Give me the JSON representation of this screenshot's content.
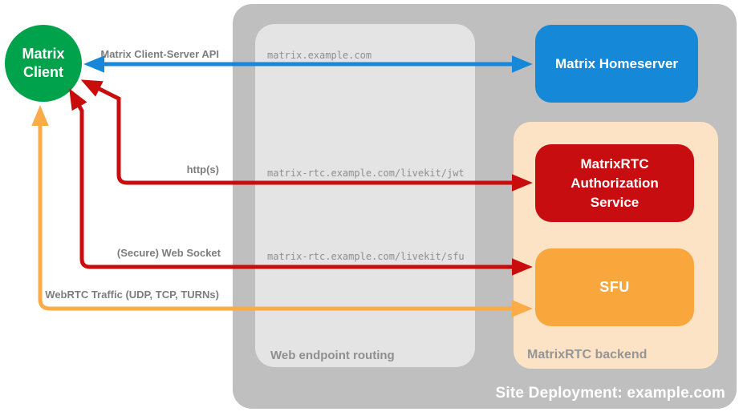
{
  "site": {
    "caption": "Site Deployment: example.com"
  },
  "client": {
    "label": "Matrix Client",
    "color": "#00a24b"
  },
  "homeserver": {
    "label": "Matrix Homeserver",
    "color": "#1588d8"
  },
  "web_routing": {
    "title": "Web endpoint routing",
    "endpoints": [
      "matrix.example.com",
      "matrix-rtc.example.com/livekit/jwt",
      "matrix-rtc.example.com/livekit/sfu"
    ]
  },
  "rtc_backend": {
    "title": "MatrixRTC backend",
    "auth_service_label": "MatrixRTC Authorization Service",
    "auth_service_color": "#c80d11",
    "sfu_label": "SFU",
    "sfu_color": "#f9a63d"
  },
  "connections": [
    {
      "from": "Matrix Client",
      "to": "Matrix Homeserver",
      "label": "Matrix Client-Server API",
      "color": "#1787d8"
    },
    {
      "from": "Matrix Client",
      "to": "MatrixRTC Authorization Service",
      "label": "http(s)",
      "color": "#c90d0d"
    },
    {
      "from": "Matrix Client",
      "to": "SFU",
      "label": "(Secure) Web Socket",
      "color": "#c90d0d"
    },
    {
      "from": "Matrix Client",
      "to": "SFU",
      "label": "WebRTC Traffic (UDP, TCP, TURNs)",
      "color": "#fbab47"
    }
  ],
  "colors": {
    "site_bg": "#bfbfbf",
    "routing_bg": "#e4e4e4",
    "backend_bg": "#fce3c6"
  }
}
